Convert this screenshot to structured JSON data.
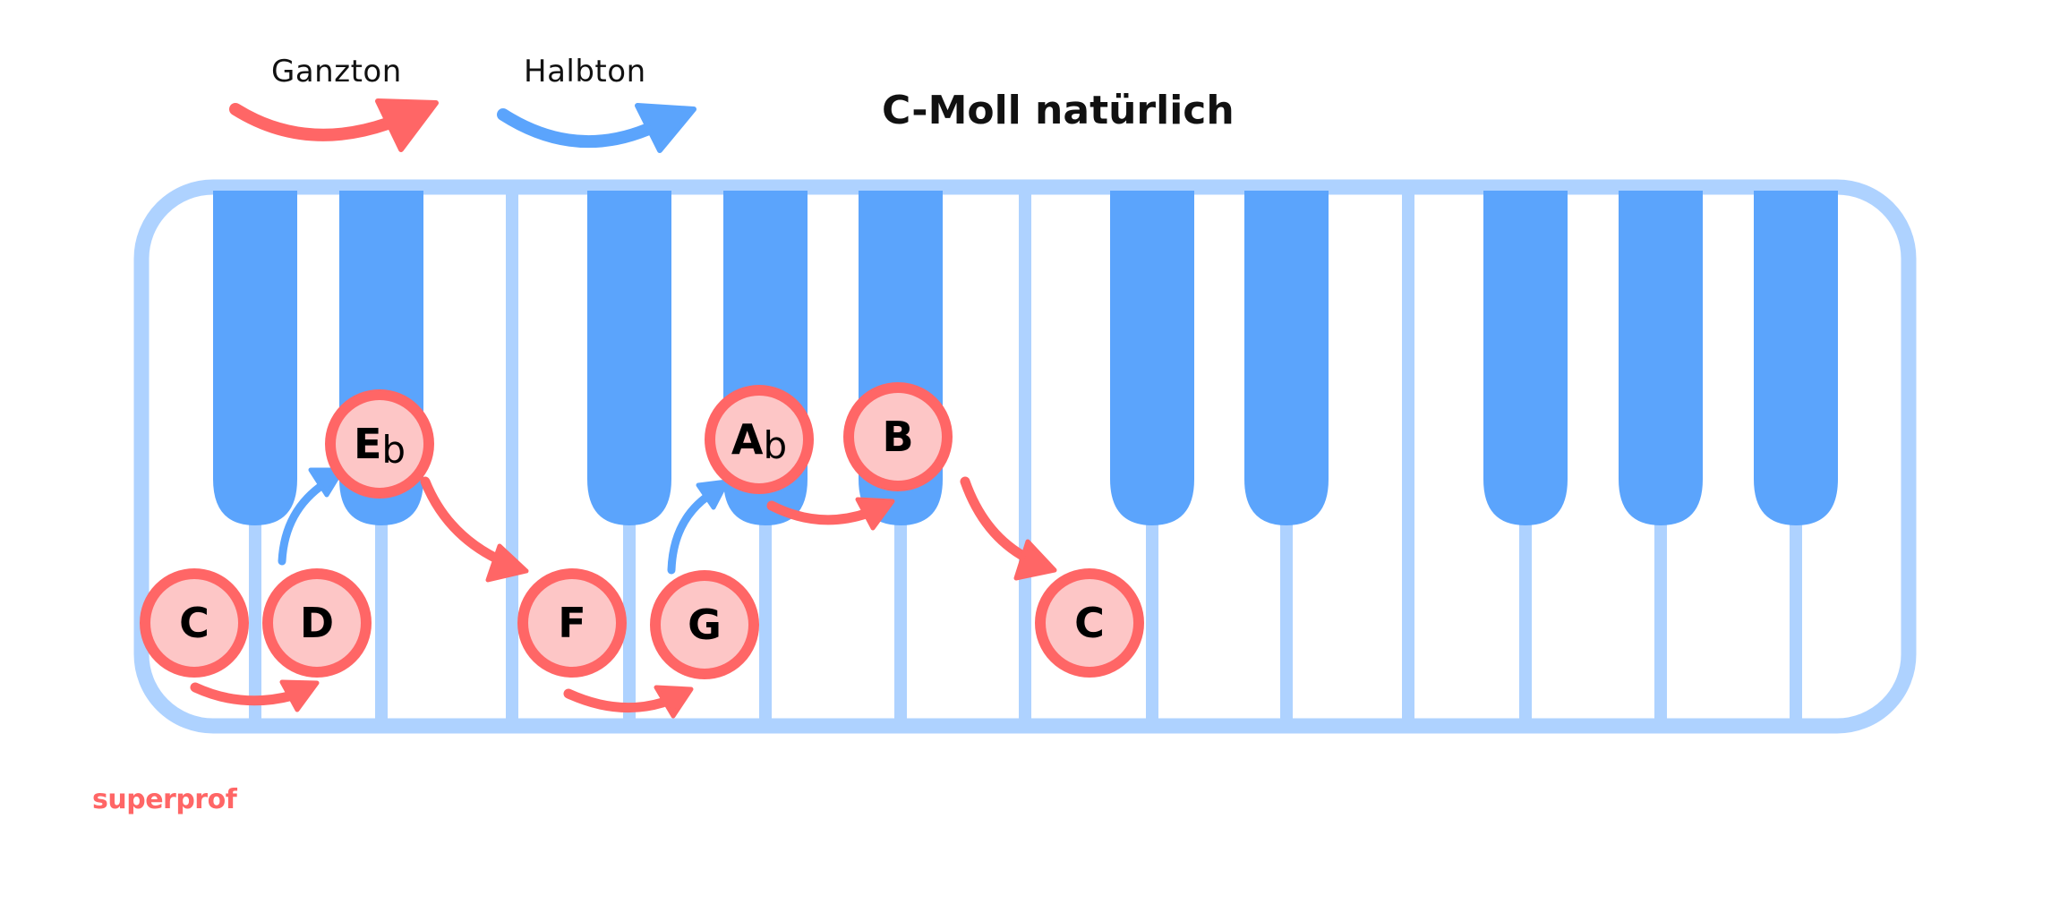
{
  "legend": {
    "whole_step": {
      "label": "Ganzton",
      "color": "#ff6666"
    },
    "half_step": {
      "label": "Halbton",
      "color": "#5ba4fc"
    }
  },
  "title": "C-Moll natürlich",
  "logo": "superprof",
  "colors": {
    "frame": "#aed2ff",
    "black_key": "#5ba4fc",
    "note_fill": "#fdc6c6",
    "note_border": "#ff6666"
  },
  "keyboard": {
    "black_keys": [
      "C#",
      "D#",
      "F#",
      "G#",
      "A#",
      "C#",
      "D#",
      "F#",
      "G#",
      "A#"
    ]
  },
  "scale_notes": [
    {
      "name": "C",
      "accidental": "",
      "step_to_next": "whole"
    },
    {
      "name": "D",
      "accidental": "",
      "step_to_next": "half"
    },
    {
      "name": "E",
      "accidental": "b",
      "step_to_next": "whole"
    },
    {
      "name": "F",
      "accidental": "",
      "step_to_next": "whole"
    },
    {
      "name": "G",
      "accidental": "",
      "step_to_next": "half"
    },
    {
      "name": "A",
      "accidental": "b",
      "step_to_next": "whole"
    },
    {
      "name": "B",
      "accidental": "",
      "step_to_next": "whole"
    },
    {
      "name": "C",
      "accidental": "",
      "step_to_next": ""
    }
  ]
}
